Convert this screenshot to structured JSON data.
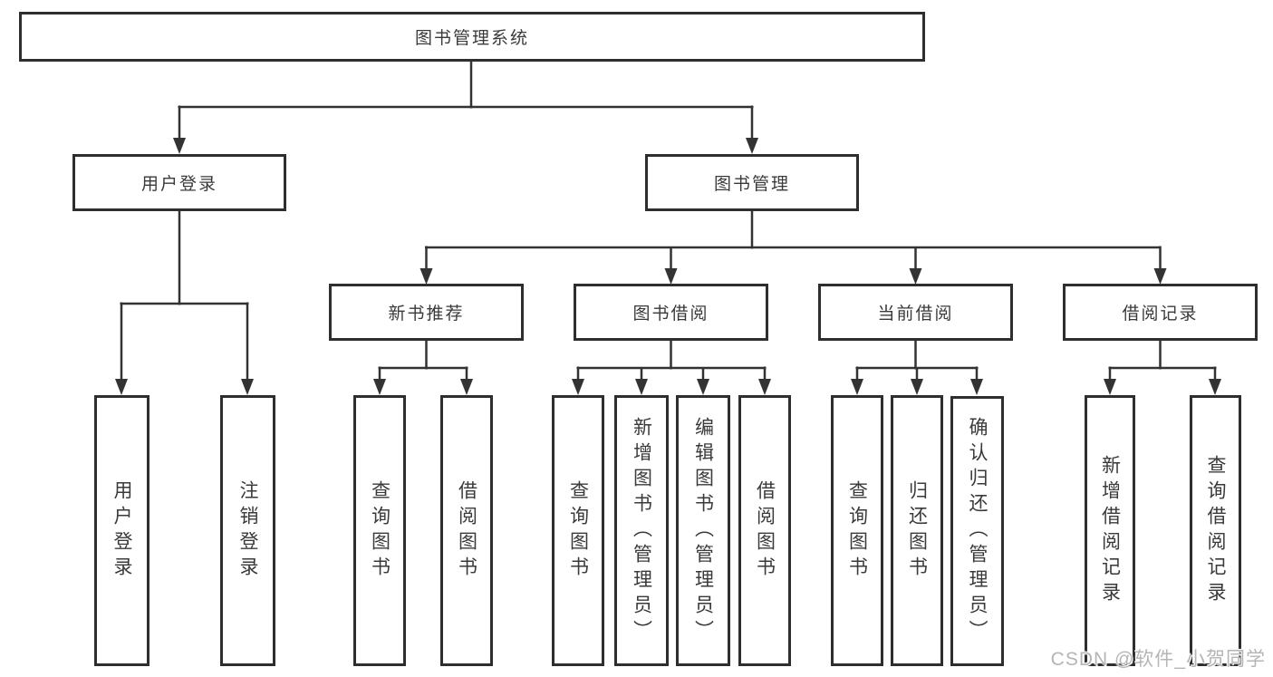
{
  "colors": {
    "line": "#333333",
    "box_border": "#2e2e2e",
    "text": "#3a3a3a",
    "watermark": "#b5b5b5",
    "background": "#ffffff"
  },
  "tree": {
    "root": {
      "label": "图书管理系统"
    },
    "branches": [
      {
        "label": "用户登录",
        "children": [
          {
            "label": "用户登录"
          },
          {
            "label": "注销登录"
          }
        ]
      },
      {
        "label": "图书管理",
        "children": [
          {
            "label": "新书推荐",
            "children": [
              {
                "label": "查询图书"
              },
              {
                "label": "借阅图书"
              }
            ]
          },
          {
            "label": "图书借阅",
            "children": [
              {
                "label": "查询图书"
              },
              {
                "label": "新增图书（管理员）"
              },
              {
                "label": "编辑图书（管理员）"
              },
              {
                "label": "借阅图书"
              }
            ]
          },
          {
            "label": "当前借阅",
            "children": [
              {
                "label": "查询图书"
              },
              {
                "label": "归还图书"
              },
              {
                "label": "确认归还（管理员）"
              }
            ]
          },
          {
            "label": "借阅记录",
            "children": [
              {
                "label": "新增借阅记录"
              },
              {
                "label": "查询借阅记录"
              }
            ]
          }
        ]
      }
    ]
  },
  "watermark": "CSDN @软件_小贺同学"
}
